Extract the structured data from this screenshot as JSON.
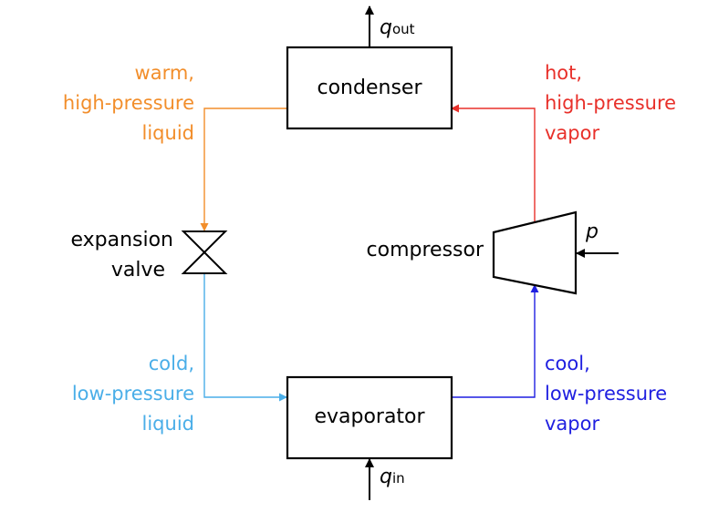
{
  "title": "Vapor-compression refrigeration cycle",
  "colors": {
    "warm_liquid": "#f28e2b",
    "hot_vapor": "#e8302a",
    "cold_liquid": "#4aaee8",
    "cool_vapor": "#1f1fe0",
    "component": "#000000"
  },
  "components": {
    "condenser": "condenser",
    "evaporator": "evaporator",
    "expansion_valve": [
      "expansion",
      "valve"
    ],
    "compressor": "compressor"
  },
  "heat_flows": {
    "q_out": {
      "symbol": "q",
      "subscript": "out"
    },
    "q_in": {
      "symbol": "q",
      "subscript": "in"
    },
    "work": {
      "symbol": "p"
    }
  },
  "states": {
    "warm_liquid": [
      "warm,",
      "high-pressure",
      "liquid"
    ],
    "hot_vapor": [
      "hot,",
      "high-pressure",
      "vapor"
    ],
    "cold_liquid": [
      "cold,",
      "low-pressure",
      "liquid"
    ],
    "cool_vapor": [
      "cool,",
      "low-pressure",
      "vapor"
    ]
  }
}
